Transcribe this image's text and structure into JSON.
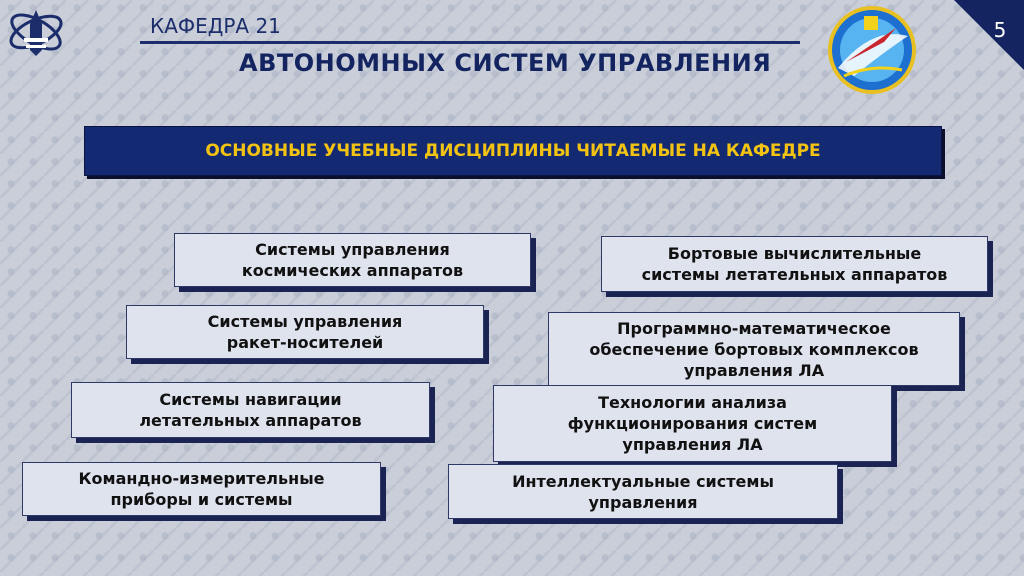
{
  "header": {
    "department_line": "КАФЕДРА 21",
    "department_name": "АВТОНОМНЫХ СИСТЕМ УПРАВЛЕНИЯ",
    "page_number": "5",
    "left_logo_icon": "university-logo-icon",
    "right_emblem_icon": "department-emblem-icon"
  },
  "banner": {
    "title": "ОСНОВНЫЕ УЧЕБНЫЕ ДИСЦИПЛИНЫ ЧИТАЕМЫЕ НА КАФЕДРЕ"
  },
  "disciplines": [
    "Системы управления\nкосмических аппаратов",
    "Бортовые вычислительные\nсистемы летательных аппаратов",
    "Системы управления\nракет-носителей",
    "Программно-математическое\nобеспечение бортовых комплексов\nуправления ЛА",
    "Системы навигации\nлетательных аппаратов",
    "Технологии анализа\nфункционирования систем\nуправления ЛА",
    "Командно-измерительные\nприборы и системы",
    "Интеллектуальные системы\nуправления"
  ],
  "colors": {
    "navy": "#132a72",
    "banner_text": "#f3c313",
    "corner": "#132460"
  }
}
